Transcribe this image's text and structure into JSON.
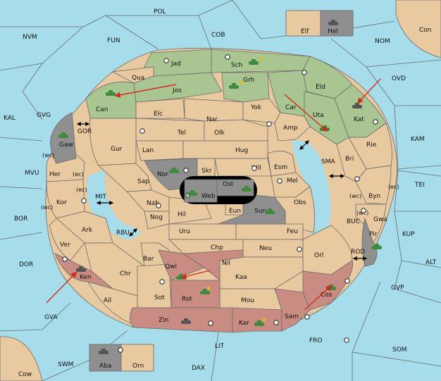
{
  "colors": {
    "sea": "#a7dcea",
    "land": "#e8c9a0",
    "green_faction": "#a8c592",
    "red_faction": "#c98c83",
    "grey_faction": "#8f8f8f",
    "order_arrow": "#d4291f",
    "unit": "#3f8a3f"
  },
  "regions": {
    "outer_seas": [
      "POL",
      "NVM",
      "FUN",
      "COB",
      "NOM",
      "OVD",
      "KAL",
      "GVG",
      "KAM",
      "TEI",
      "BOR",
      "MVU",
      "ALT",
      "KUP",
      "DOR",
      "GVP",
      "GVA",
      "SWM",
      "FRO",
      "SOM",
      "LIT",
      "DAX"
    ],
    "corners": [
      "Con",
      "Cow"
    ],
    "islands_top": [
      "Elf",
      "Hel"
    ],
    "islands_bottom": [
      "Aba",
      "Orn"
    ],
    "inner_seas": [
      "GOR",
      "MIT",
      "RBU",
      "SMA",
      "BUC",
      "ROD"
    ],
    "coastal_tags": [
      "(wc)",
      "(ec)",
      "(ec)",
      "(wc)",
      "(wc)",
      "(ec)",
      "(wc)"
    ],
    "land": [
      "Jad",
      "Sch",
      "Qua",
      "Jos",
      "Grh",
      "Eld",
      "Can",
      "Car",
      "Kat",
      "Yok",
      "Uta",
      "Elc",
      "Nar",
      "Gaw",
      "Tel",
      "Olk",
      "Amp",
      "Rie",
      "Gur",
      "Lan",
      "Hug",
      "Bri",
      "Her",
      "Nor",
      "Skr",
      "Wil",
      "Esm",
      "Kor",
      "Sap",
      "Ost",
      "Mel",
      "Byn",
      "Web",
      "Nab",
      "Eun",
      "Obs",
      "Ark",
      "Hil",
      "Sun",
      "Gwa",
      "Nog",
      "Pir",
      "Uru",
      "Feu",
      "Ver",
      "Chp",
      "Neu",
      "Bar",
      "Qwi",
      "Nil",
      "Orl",
      "Ken",
      "Chr",
      "Kaa",
      "Sot",
      "Rot",
      "Mou",
      "Cos",
      "Ail",
      "Zin",
      "Kar",
      "Sam"
    ]
  }
}
